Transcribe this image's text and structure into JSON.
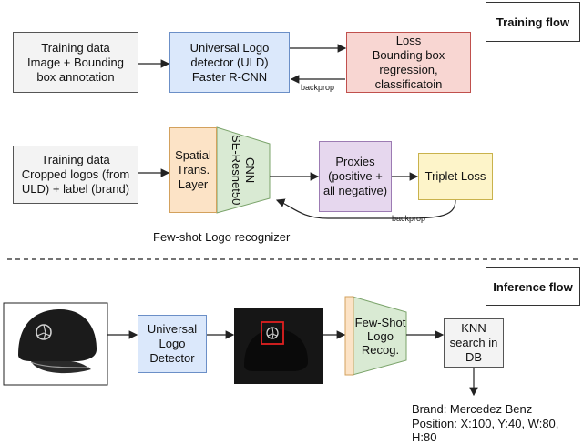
{
  "training_flow_label": "Training flow",
  "inference_flow_label": "Inference flow",
  "row1": {
    "training_data": "Training data\nImage + Bounding\nbox annotation",
    "uld": "Universal Logo\ndetector (ULD)\nFaster R-CNN",
    "loss": "Loss\nBounding box\nregression,\nclassificatoin",
    "backprop": "backprop"
  },
  "row2": {
    "training_data": "Training data\nCropped logos (from\nULD) + label (brand)",
    "spatial": "Spatial\nTrans.\nLayer",
    "cnn": "CNN\nSE-Resnet50",
    "proxies": "Proxies\n(positive +\nall negative)",
    "triplet": "Triplet Loss",
    "backprop": "backprop",
    "caption": "Few-shot Logo recognizer"
  },
  "row3": {
    "uld": "Universal\nLogo\nDetector",
    "fewshot": "Few-Shot\nLogo\nRecog.",
    "knn": "KNN\nsearch in\nDB",
    "result_brand": "Brand: Mercedez Benz",
    "result_position": "Position: X:100, Y:40, W:80, H:80"
  },
  "colors": {
    "gray": "#f3f3f3",
    "blue": "#dbe8fb",
    "red": "#f8d6d2",
    "green": "#d9ead3",
    "orange": "#fce3c6",
    "purple": "#e6d7ee",
    "yellow": "#fdf4c9"
  }
}
